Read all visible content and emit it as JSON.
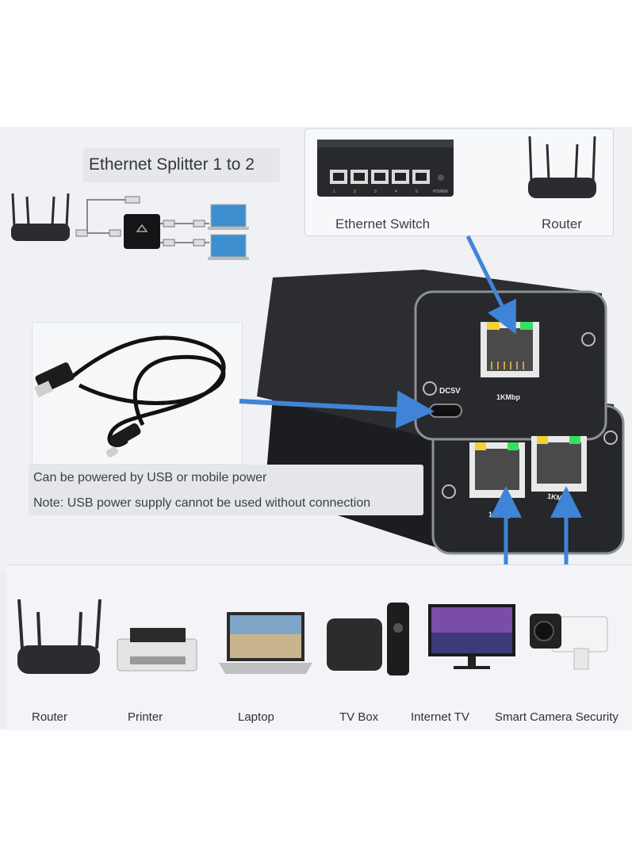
{
  "diagram_title": "Ethernet Splitter 1 to 2",
  "top_devices": {
    "switch_label": "Ethernet Switch",
    "router_label": "Router",
    "switch_power_text": "POWER",
    "switch_port_numbers": [
      "1",
      "2",
      "3",
      "4",
      "5"
    ]
  },
  "device_text": {
    "dc_label": "DC5V",
    "port_speed_top": "1KMbp",
    "port_speed_bottom_left": "1KMbp",
    "port_speed_bottom_right": "1KMbp"
  },
  "notes": {
    "line1": "Can be powered by USB or mobile power",
    "line2": "Note: USB power supply cannot be used without connection"
  },
  "bottom_devices": [
    {
      "label": "Router"
    },
    {
      "label": "Printer"
    },
    {
      "label": "Laptop"
    },
    {
      "label": "TV Box"
    },
    {
      "label": "Internet TV"
    },
    {
      "label": "Smart Camera Security"
    }
  ],
  "colors": {
    "arrow": "#3f84d6",
    "device_body": "#24262a",
    "port_led_green": "#35e060",
    "port_led_yellow": "#f0d234"
  }
}
